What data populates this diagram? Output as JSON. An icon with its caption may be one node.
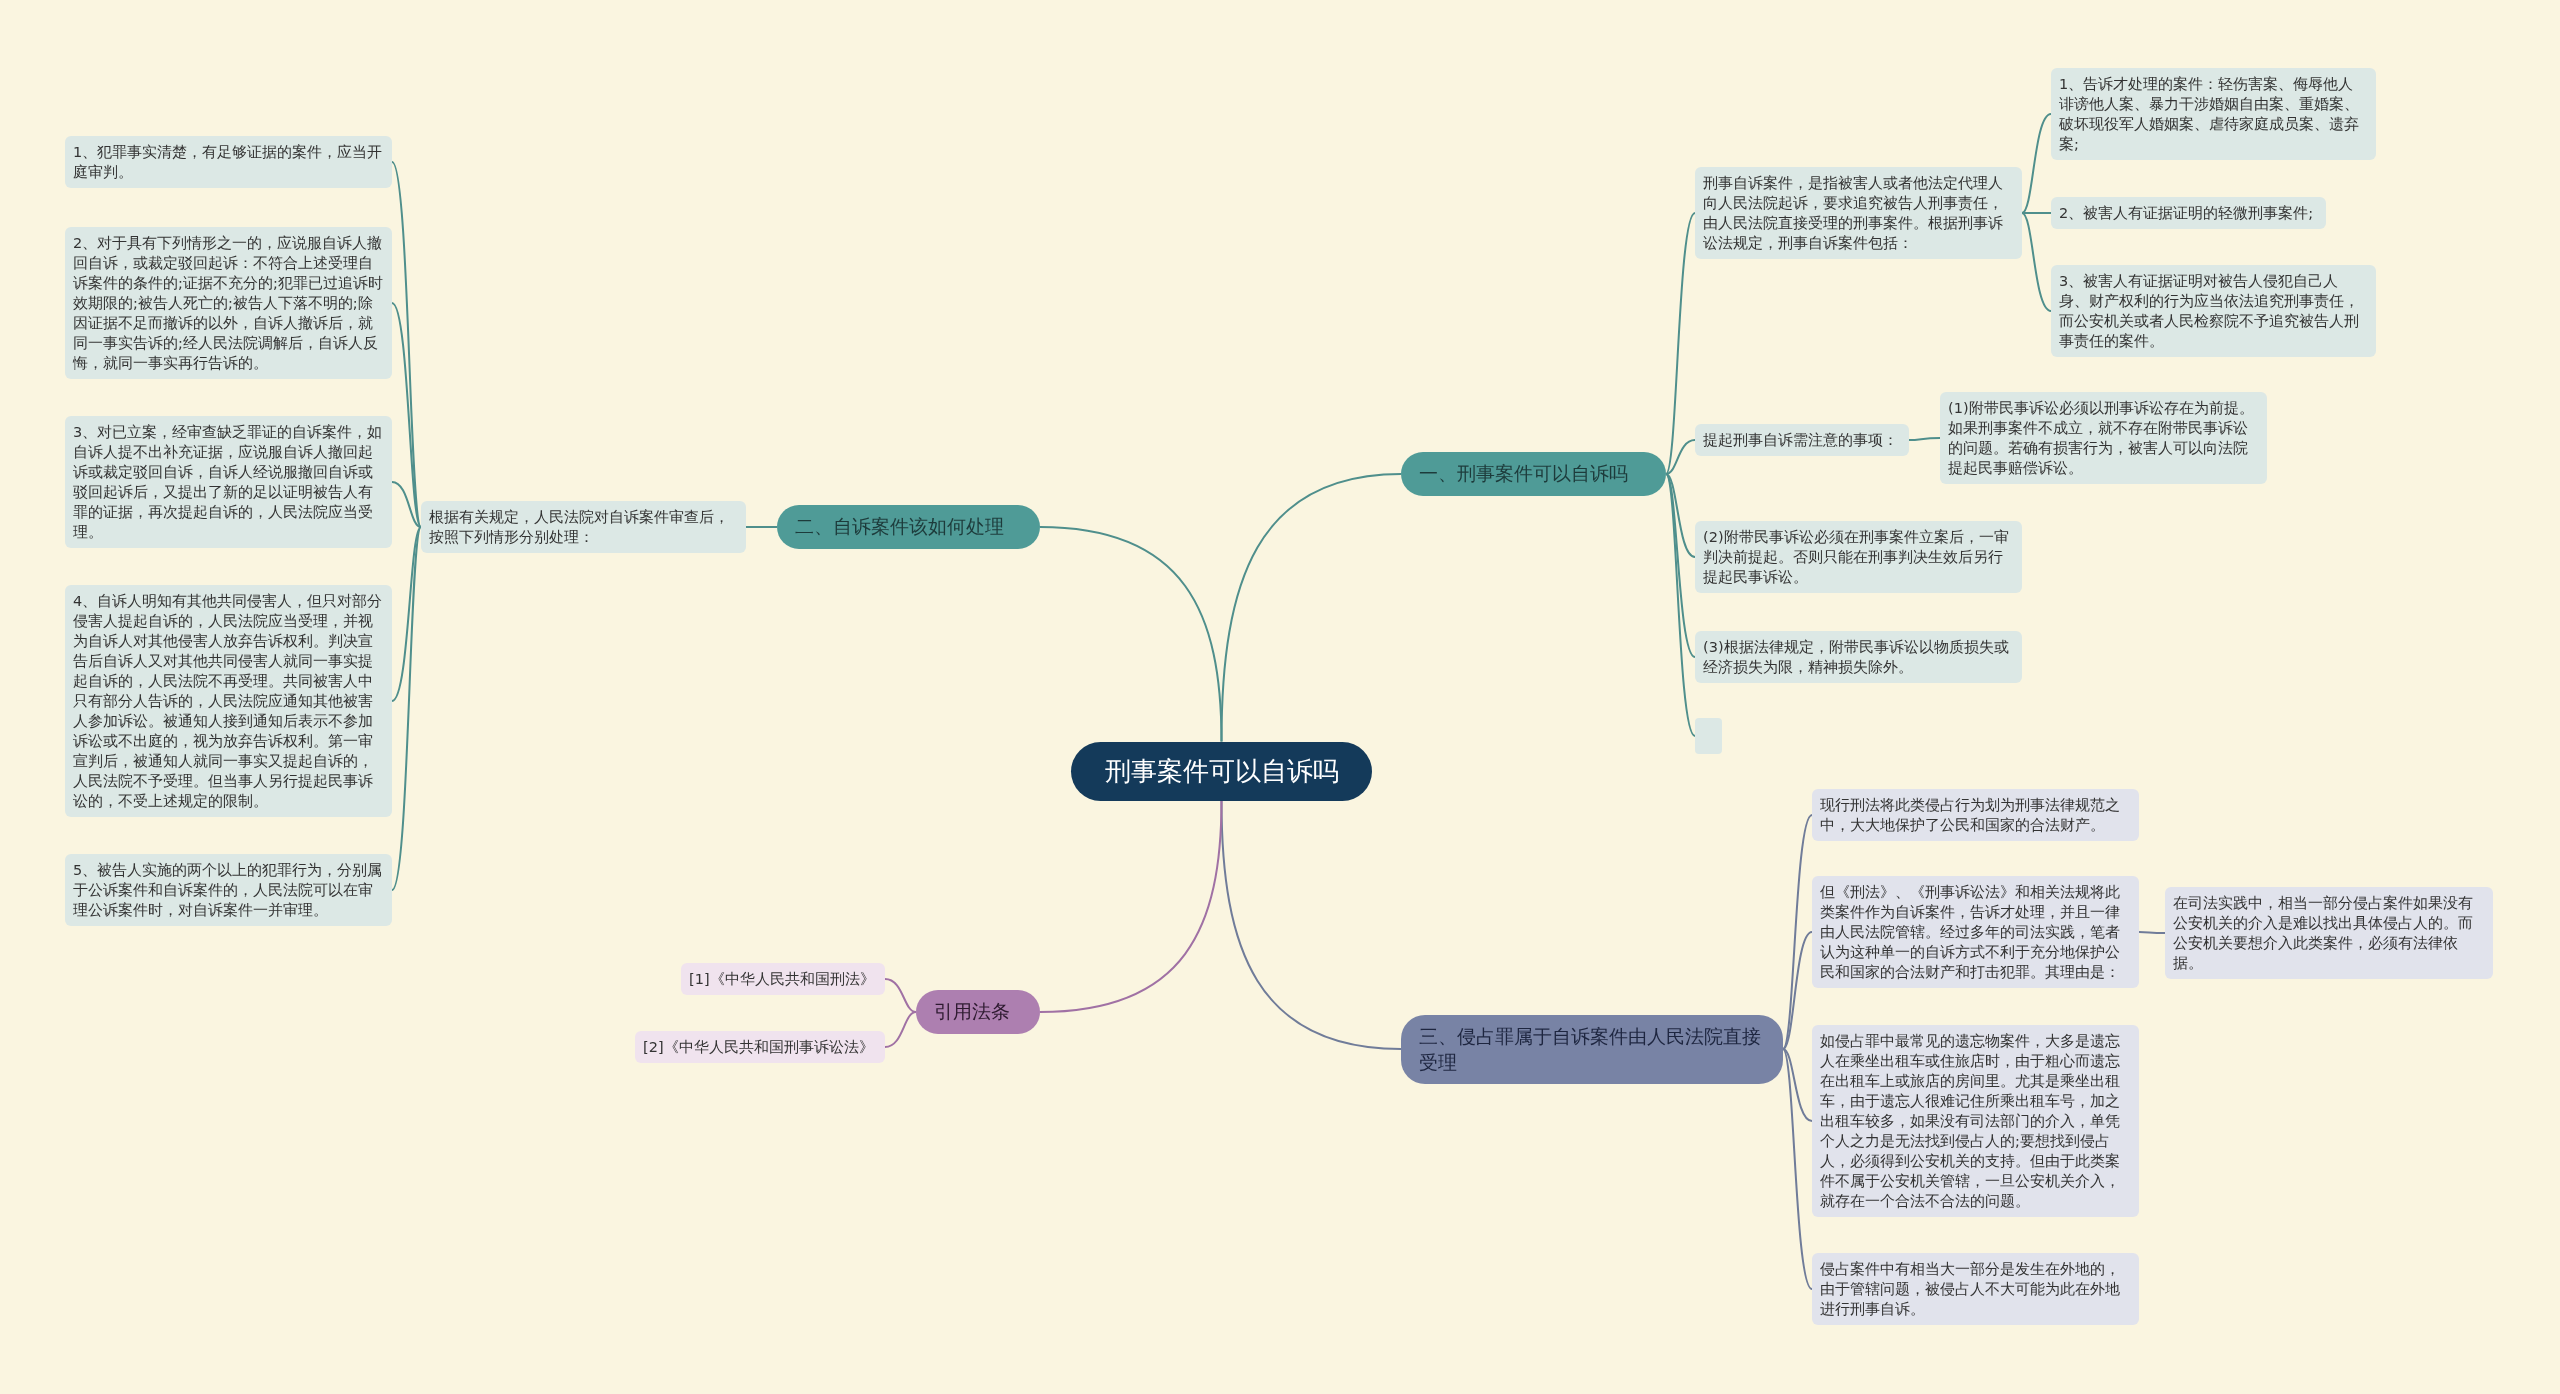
{
  "diagram": {
    "nodes": [
      {
        "text": [
          "刑事案件可以自诉吗"
        ]
      },
      {
        "text": [
          "一、刑事案件可以自诉吗"
        ]
      },
      {
        "text": [
          "刑事自诉案件，是指被害人或者他法定代理人向人民法院起诉，要求追究被告人刑事责任，由人民法院直接受理的刑事案件。根据刑事诉讼法规定，刑事自诉案件包括："
        ]
      },
      {
        "text": [
          "1、告诉才处理的案件：轻伤害案、侮辱他人诽谤他人案、暴力干涉婚姻自由案、重婚案、破坏现役军人婚姻案、虐待家庭成员案、遗弃案;"
        ]
      },
      {
        "text": [
          "2、被害人有证据证明的轻微刑事案件;"
        ]
      },
      {
        "text": [
          "3、被害人有证据证明对被告人侵犯自己人身、财产权利的行为应当依法追究刑事责任，而公安机关或者人民检察院不予追究被告人刑事责任的案件。"
        ]
      },
      {
        "text": [
          "提起刑事自诉需注意的事项："
        ]
      },
      {
        "text": [
          "(1)附带民事诉讼必须以刑事诉讼存在为前提。如果刑事案件不成立，就不存在附带民事诉讼的问题。若确有损害行为，被害人可以向法院提起民事赔偿诉讼。"
        ]
      },
      {
        "text": [
          "(2)附带民事诉讼必须在刑事案件立案后，一审判决前提起。否则只能在刑事判决生效后另行提起民事诉讼。"
        ]
      },
      {
        "text": [
          "(3)根据法律规定，附带民事诉讼以物质损失或经济损失为限，精神损失除外。"
        ]
      },
      {
        "text": [],
        "shape": "box"
      },
      {
        "text": [
          "二、自诉案件该如何处理"
        ]
      },
      {
        "text": [
          "根据有关规定，人民法院对自诉案件审查后，按照下列情形分别处理："
        ]
      },
      {
        "text": [
          "1、犯罪事实清楚，有足够证据的案件，应当开庭审判。"
        ]
      },
      {
        "text": [
          "2、对于具有下列情形之一的，应说服自诉人撤回自诉，或裁定驳回起诉：不符合上述受理自诉案件的条件的;证据不充分的;犯罪已过追诉时效期限的;被告人死亡的;被告人下落不明的;除因证据不足而撤诉的以外，自诉人撤诉后，就同一事实告诉的;经人民法院调解后，自诉人反悔，就同一事实再行告诉的。"
        ]
      },
      {
        "text": [
          "3、对已立案，经审查缺乏罪证的自诉案件，如自诉人提不出补充证据，应说服自诉人撤回起诉或裁定驳回自诉，自诉人经说服撤回自诉或驳回起诉后，又提出了新的足以证明被告人有罪的证据，再次提起自诉的，人民法院应当受理。"
        ]
      },
      {
        "text": [
          "4、自诉人明知有其他共同侵害人，但只对部分侵害人提起自诉的，人民法院应当受理，并视为自诉人对其他侵害人放弃告诉权利。判决宣告后自诉人又对其他共同侵害人就同一事实提起自诉的，人民法院不再受理。共同被害人中只有部分人告诉的，人民法院应通知其他被害人参加诉讼。被通知人接到通知后表示不参加诉讼或不出庭的，视为放弃告诉权利。第一审宣判后，被通知人就同一事实又提起自诉的，人民法院不予受理。但当事人另行提起民事诉讼的，不受上述规定的限制。"
        ]
      },
      {
        "text": [
          "5、被告人实施的两个以上的犯罪行为，分别属于公诉案件和自诉案件的，人民法院可以在审理公诉案件时，对自诉案件一并审理。"
        ]
      },
      {
        "text": [
          "三、侵占罪属于自诉案件由人民法院直接受理"
        ]
      },
      {
        "text": [
          "现行刑法将此类侵占行为划为刑事法律规范之中，大大地保护了公民和国家的合法财产。"
        ]
      },
      {
        "text": [
          "但《刑法》、《刑事诉讼法》和相关法规将此类案件作为自诉案件，告诉才处理，并且一律由人民法院管辖。经过多年的司法实践，笔者认为这种单一的自诉方式不利于充分地保护公民和国家的合法财产和打击犯罪。其理由是："
        ]
      },
      {
        "text": [
          "在司法实践中，相当一部分侵占案件如果没有公安机关的介入是难以找出具体侵占人的。而公安机关要想介入此类案件，必须有法律依据。"
        ]
      },
      {
        "text": [
          "如侵占罪中最常见的遗忘物案件，大多是遗忘人在乘坐出租车或住旅店时，由于粗心而遗忘在出租车上或旅店的房间里。尤其是乘坐出租车，由于遗忘人很难记住所乘出租车号，加之出租车较多，如果没有司法部门的介入，单凭个人之力是无法找到侵占人的;要想找到侵占人，必须得到公安机关的支持。但由于此类案件不属于公安机关管辖，一旦公安机关介入，就存在一个合法不合法的问题。"
        ]
      },
      {
        "text": [
          "侵占案件中有相当大一部分是发生在外地的，由于管辖问题，被侵占人不大可能为此在外地进行刑事自诉。"
        ]
      },
      {
        "text": [
          "引用法条"
        ]
      },
      {
        "text": [
          "[1]《中华人民共和国刑法》"
        ]
      },
      {
        "text": [
          "[2]《中华人民共和国刑事诉讼法》"
        ]
      }
    ],
    "edges": [
      {
        "from": 0,
        "to": 1,
        "arrow": "none"
      },
      {
        "from": 1,
        "to": 2,
        "arrow": "none"
      },
      {
        "from": 2,
        "to": 3,
        "arrow": "none"
      },
      {
        "from": 2,
        "to": 4,
        "arrow": "none"
      },
      {
        "from": 2,
        "to": 5,
        "arrow": "none"
      },
      {
        "from": 1,
        "to": 6,
        "arrow": "none"
      },
      {
        "from": 6,
        "to": 7,
        "arrow": "none"
      },
      {
        "from": 1,
        "to": 8,
        "arrow": "none"
      },
      {
        "from": 1,
        "to": 9,
        "arrow": "none"
      },
      {
        "from": 1,
        "to": 10,
        "arrow": "none"
      },
      {
        "from": 0,
        "to": 11,
        "arrow": "none"
      },
      {
        "from": 11,
        "to": 12,
        "arrow": "none"
      },
      {
        "from": 12,
        "to": 13,
        "arrow": "none"
      },
      {
        "from": 12,
        "to": 14,
        "arrow": "none"
      },
      {
        "from": 12,
        "to": 15,
        "arrow": "none"
      },
      {
        "from": 12,
        "to": 16,
        "arrow": "none"
      },
      {
        "from": 12,
        "to": 17,
        "arrow": "none"
      },
      {
        "from": 0,
        "to": 18,
        "arrow": "none",
        "color": "#707c99"
      },
      {
        "from": 18,
        "to": 19,
        "arrow": "none",
        "color": "#707c99"
      },
      {
        "from": 18,
        "to": 20,
        "arrow": "none",
        "color": "#707c99"
      },
      {
        "from": 20,
        "to": 21,
        "arrow": "none",
        "color": "#707c99"
      },
      {
        "from": 18,
        "to": 22,
        "arrow": "none",
        "color": "#707c99"
      },
      {
        "from": 18,
        "to": 23,
        "arrow": "none",
        "color": "#707c99"
      },
      {
        "from": 0,
        "to": 24,
        "arrow": "none",
        "color": "#a071a4"
      },
      {
        "from": 24,
        "to": 25,
        "arrow": "none",
        "color": "#a071a4"
      },
      {
        "from": 24,
        "to": 26,
        "arrow": "none",
        "color": "#a071a4"
      }
    ]
  }
}
